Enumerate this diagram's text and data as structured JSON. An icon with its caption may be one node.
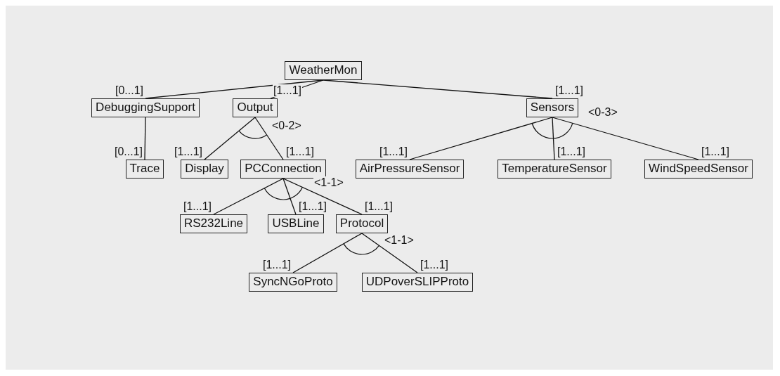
{
  "diagram": {
    "nodes": [
      {
        "text": [
          "WeatherMon"
        ]
      },
      {
        "text": [
          "DebuggingSupport"
        ]
      },
      {
        "text": [
          "Output"
        ]
      },
      {
        "text": [
          "Sensors"
        ]
      },
      {
        "text": [
          "Trace"
        ]
      },
      {
        "text": [
          "Display"
        ]
      },
      {
        "text": [
          "PCConnection"
        ]
      },
      {
        "text": [
          "AirPressureSensor"
        ]
      },
      {
        "text": [
          "TemperatureSensor"
        ]
      },
      {
        "text": [
          "WindSpeedSensor"
        ]
      },
      {
        "text": [
          "RS232Line"
        ]
      },
      {
        "text": [
          "USBLine"
        ]
      },
      {
        "text": [
          "Protocol"
        ]
      },
      {
        "text": [
          "SyncNGoProto"
        ]
      },
      {
        "text": [
          "UDPoverSLIPProto"
        ]
      }
    ],
    "edges": [
      {
        "from": 0,
        "to": 1,
        "arrow": "none",
        "label": "[0...1]"
      },
      {
        "from": 0,
        "to": 2,
        "arrow": "none",
        "label": "[1...1]"
      },
      {
        "from": 0,
        "to": 3,
        "arrow": "none",
        "label": "[1...1]"
      },
      {
        "from": 1,
        "to": 4,
        "arrow": "none",
        "label": "[0...1]"
      },
      {
        "from": 2,
        "to": 5,
        "arrow": "none",
        "label": "[1...1]"
      },
      {
        "from": 2,
        "to": 6,
        "arrow": "none",
        "label": "[1...1]"
      },
      {
        "from": 3,
        "to": 7,
        "arrow": "none",
        "label": "[1...1]"
      },
      {
        "from": 3,
        "to": 8,
        "arrow": "none",
        "label": "[1...1]"
      },
      {
        "from": 3,
        "to": 9,
        "arrow": "none",
        "label": "[1...1]"
      },
      {
        "from": 6,
        "to": 10,
        "arrow": "none",
        "label": "[1...1]"
      },
      {
        "from": 6,
        "to": 11,
        "arrow": "none",
        "label": "[1...1]"
      },
      {
        "from": 6,
        "to": 12,
        "arrow": "none",
        "label": "[1...1]"
      },
      {
        "from": 12,
        "to": 13,
        "arrow": "none",
        "label": "[1...1]"
      },
      {
        "from": 12,
        "to": 14,
        "arrow": "none",
        "label": "[1...1]"
      }
    ],
    "labels": [
      "<0-3>",
      "<0-2>",
      "<1-1>",
      "<1-1>"
    ]
  }
}
